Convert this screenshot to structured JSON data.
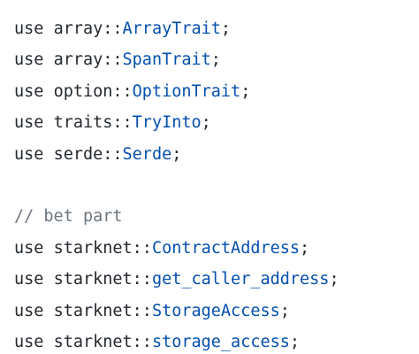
{
  "code": {
    "lines": [
      {
        "kw": "use",
        "path": "array::",
        "ident": "ArrayTrait",
        "end": ";"
      },
      {
        "kw": "use",
        "path": "array::",
        "ident": "SpanTrait",
        "end": ";"
      },
      {
        "kw": "use",
        "path": "option::",
        "ident": "OptionTrait",
        "end": ";"
      },
      {
        "kw": "use",
        "path": "traits::",
        "ident": "TryInto",
        "end": ";"
      },
      {
        "kw": "use",
        "path": "serde::",
        "ident": "Serde",
        "end": ";"
      },
      {
        "comment": "// bet part"
      },
      {
        "kw": "use",
        "path": "starknet::",
        "ident": "ContractAddress",
        "end": ";"
      },
      {
        "kw": "use",
        "path": "starknet::",
        "ident": "get_caller_address",
        "end": ";"
      },
      {
        "kw": "use",
        "path": "starknet::",
        "ident": "StorageAccess",
        "end": ";"
      },
      {
        "kw": "use",
        "path": "starknet::",
        "ident": "storage_access",
        "end": ";"
      }
    ]
  },
  "colors": {
    "text": "#24292f",
    "identifier": "#0550ae",
    "comment": "#6e7781",
    "background": "#ffffff"
  }
}
